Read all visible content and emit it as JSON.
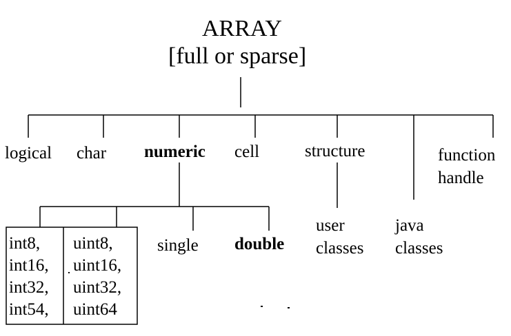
{
  "root": {
    "title": "ARRAY",
    "subtitle": "[full or sparse]"
  },
  "types": {
    "logical": "logical",
    "char": "char",
    "numeric": "numeric",
    "cell": "cell",
    "structure": "structure",
    "function_handle": [
      "function",
      "handle"
    ]
  },
  "numeric_children": {
    "integers_signed": [
      "int8,",
      "int16,",
      "int32,",
      "int54,"
    ],
    "integers_unsigned": [
      "uint8,",
      "uint16,",
      "uint32,",
      "uint64"
    ],
    "single": "single",
    "double": "double"
  },
  "other_children": {
    "user_classes": [
      "user",
      "classes"
    ],
    "java_classes": [
      "java",
      "classes"
    ]
  }
}
